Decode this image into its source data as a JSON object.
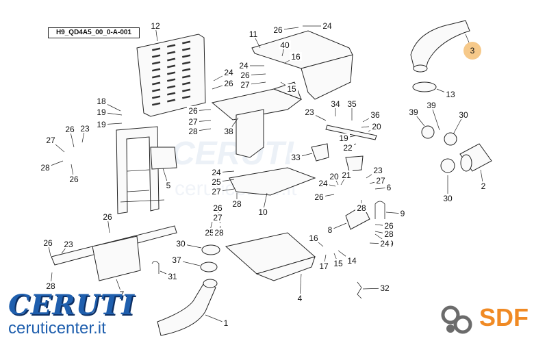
{
  "diagram": {
    "code": "H9_QD4A5_00_0-A-001",
    "callouts": [
      "1",
      "2",
      "3",
      "4",
      "5",
      "6",
      "7",
      "8",
      "9",
      "10",
      "11",
      "12",
      "13",
      "14",
      "15",
      "16",
      "17",
      "18",
      "19",
      "20",
      "21",
      "22",
      "23",
      "24",
      "25",
      "26",
      "27",
      "28",
      "29",
      "30",
      "31",
      "32",
      "33",
      "34",
      "35",
      "36",
      "37",
      "38",
      "39",
      "40"
    ],
    "highlight_color": "#f6c98a"
  },
  "watermarks": {
    "ceruti_word": "CERUTI",
    "ceruti_site": "ceruticenter.it",
    "sdf_word": "SDF",
    "brand_blue": "#1f5fae",
    "sdf_orange": "#f08a24"
  }
}
